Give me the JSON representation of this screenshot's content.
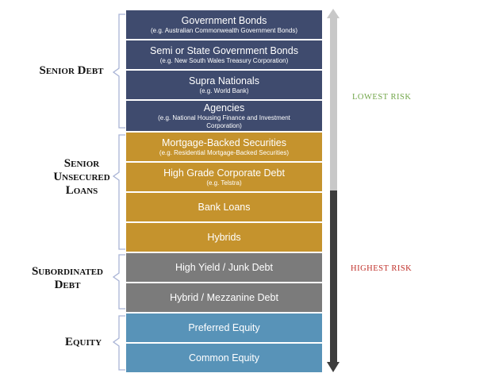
{
  "colors": {
    "senior_debt": "#3f4b6e",
    "unsecured": "#c5932d",
    "subordinated": "#7b7b7b",
    "equity": "#5893b8",
    "arrow_light": "#c8c8c8",
    "arrow_dark": "#3d3d3d",
    "brace": "#a9b4d6",
    "lowest_risk": "#72a64a",
    "highest_risk": "#c0302a"
  },
  "groups": [
    {
      "id": "senior-debt",
      "label": "Senior Debt"
    },
    {
      "id": "senior-unsecured-loans",
      "label": "Senior Unsecured Loans"
    },
    {
      "id": "subordinated-debt",
      "label": "Subordinated Debt"
    },
    {
      "id": "equity",
      "label": "Equity"
    }
  ],
  "layers": [
    {
      "group": "senior-debt",
      "title": "Government Bonds",
      "example": "(e.g. Australian Commonwealth Government Bonds)"
    },
    {
      "group": "senior-debt",
      "title": "Semi or State Government Bonds",
      "example": "(e.g. New South Wales Treasury Corporation)"
    },
    {
      "group": "senior-debt",
      "title": "Supra Nationals",
      "example": "(e.g. World Bank)"
    },
    {
      "group": "senior-debt",
      "title": "Agencies",
      "example": "(e.g. National Housing Finance and Investment Corporation)"
    },
    {
      "group": "senior-unsecured-loans",
      "title": "Mortgage-Backed Securities",
      "example": "(e.g. Residential Mortgage-Backed Securities)"
    },
    {
      "group": "senior-unsecured-loans",
      "title": "High Grade Corporate Debt",
      "example": "(e.g. Telstra)"
    },
    {
      "group": "senior-unsecured-loans",
      "title": "Bank Loans",
      "example": ""
    },
    {
      "group": "senior-unsecured-loans",
      "title": "Hybrids",
      "example": ""
    },
    {
      "group": "subordinated-debt",
      "title": "High Yield / Junk Debt",
      "example": ""
    },
    {
      "group": "subordinated-debt",
      "title": "Hybrid / Mezzanine Debt",
      "example": ""
    },
    {
      "group": "equity",
      "title": "Preferred Equity",
      "example": ""
    },
    {
      "group": "equity",
      "title": "Common Equity",
      "example": ""
    }
  ],
  "risk": {
    "lowest": "LOWEST RISK",
    "highest": "HIGHEST RISK"
  }
}
